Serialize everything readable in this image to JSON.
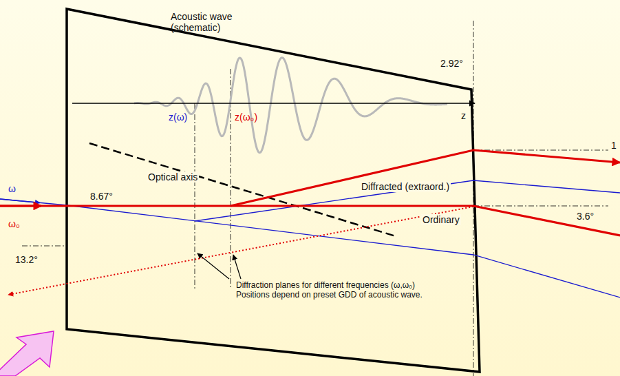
{
  "diagram": {
    "labels": [
      "Acoustic wave (schematic)",
      "2.92°",
      "z(ω)",
      "z(ω₀)",
      "z",
      "Diffracted (extraord.)",
      "1",
      "Optical axis",
      "ω",
      "8.67°",
      "ω₀",
      "Ordinary",
      "3.6°",
      "13.2°",
      "Diffraction planes for different frequencies (ω,ω₀) Positions depend on preset GDD of acoustic wave."
    ]
  }
}
